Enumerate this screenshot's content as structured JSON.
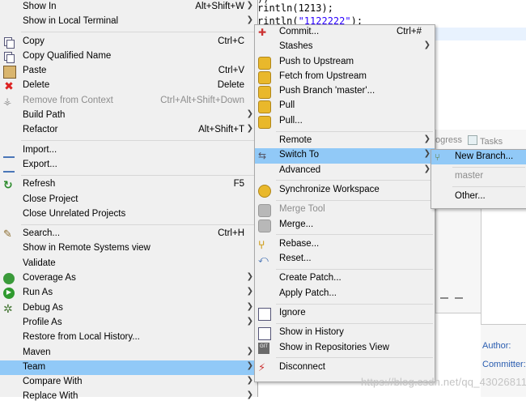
{
  "editor": {
    "code_lines": [
      {
        "prefix": "",
        "text": "))"
      },
      {
        "prefix": "rintln(1213);",
        "text": ""
      },
      {
        "prefix": "rintln(",
        "string": "\"1122222\"",
        "suffix": ");"
      }
    ]
  },
  "background_view": {
    "tab_progress": "ogress",
    "tab_tasks": "Tasks",
    "author_label": "Author:",
    "committer_label": "Committer:"
  },
  "watermark": "https://blog.csdn.net/qq_43026811",
  "main_menu": {
    "items": [
      {
        "label": "Show In",
        "shortcut": "Alt+Shift+W",
        "arrow": true
      },
      {
        "label": "Show in Local Terminal",
        "arrow": true
      },
      {
        "label": "Copy",
        "shortcut": "Ctrl+C",
        "icon": "copy-icon"
      },
      {
        "label": "Copy Qualified Name",
        "icon": "copy-qualified-icon"
      },
      {
        "label": "Paste",
        "shortcut": "Ctrl+V",
        "icon": "paste-icon"
      },
      {
        "label": "Delete",
        "shortcut": "Delete",
        "icon": "delete-icon"
      },
      {
        "label": "Remove from Context",
        "shortcut": "Ctrl+Alt+Shift+Down",
        "icon": "remove-context-icon",
        "disabled": true
      },
      {
        "label": "Build Path",
        "arrow": true
      },
      {
        "label": "Refactor",
        "shortcut": "Alt+Shift+T",
        "arrow": true
      },
      {
        "label": "Import...",
        "icon": "import-icon"
      },
      {
        "label": "Export...",
        "icon": "export-icon"
      },
      {
        "label": "Refresh",
        "shortcut": "F5",
        "icon": "refresh-icon"
      },
      {
        "label": "Close Project"
      },
      {
        "label": "Close Unrelated Projects"
      },
      {
        "label": "Search...",
        "shortcut": "Ctrl+H",
        "icon": "search-icon"
      },
      {
        "label": "Show in Remote Systems view"
      },
      {
        "label": "Validate"
      },
      {
        "label": "Coverage As",
        "arrow": true,
        "icon": "coverage-icon"
      },
      {
        "label": "Run As",
        "arrow": true,
        "icon": "run-icon"
      },
      {
        "label": "Debug As",
        "arrow": true,
        "icon": "debug-icon"
      },
      {
        "label": "Profile As",
        "arrow": true
      },
      {
        "label": "Restore from Local History..."
      },
      {
        "label": "Maven",
        "arrow": true
      },
      {
        "label": "Team",
        "arrow": true,
        "highlighted": true
      },
      {
        "label": "Compare With",
        "arrow": true
      },
      {
        "label": "Replace With",
        "arrow": true
      }
    ]
  },
  "team_menu": {
    "items": [
      {
        "label": "Commit...",
        "shortcut": "Ctrl+#",
        "icon": "commit-icon"
      },
      {
        "label": "Stashes",
        "arrow": true
      },
      {
        "label": "Push to Upstream",
        "icon": "push-upstream-icon"
      },
      {
        "label": "Fetch from Upstream",
        "icon": "fetch-upstream-icon"
      },
      {
        "label": "Push Branch 'master'...",
        "icon": "push-branch-icon"
      },
      {
        "label": "Pull",
        "icon": "pull-icon"
      },
      {
        "label": "Pull...",
        "icon": "pull-dialog-icon"
      },
      {
        "label": "Remote",
        "arrow": true
      },
      {
        "label": "Switch To",
        "arrow": true,
        "highlighted": true,
        "icon": "switch-icon"
      },
      {
        "label": "Advanced",
        "arrow": true
      },
      {
        "label": "Synchronize Workspace",
        "icon": "synchronize-icon"
      },
      {
        "label": "Merge Tool",
        "icon": "merge-tool-icon",
        "disabled": true
      },
      {
        "label": "Merge...",
        "icon": "merge-icon"
      },
      {
        "label": "Rebase...",
        "icon": "rebase-icon"
      },
      {
        "label": "Reset...",
        "icon": "reset-icon"
      },
      {
        "label": "Create Patch..."
      },
      {
        "label": "Apply Patch..."
      },
      {
        "label": "Ignore",
        "icon": "ignore-icon"
      },
      {
        "label": "Show in History",
        "icon": "history-icon"
      },
      {
        "label": "Show in Repositories View",
        "icon": "repositories-icon"
      },
      {
        "label": "Disconnect",
        "icon": "disconnect-icon"
      }
    ]
  },
  "switch_menu": {
    "items": [
      {
        "label": "New Branch...",
        "highlighted": true,
        "icon": "new-branch-icon"
      },
      {
        "label": "master",
        "disabled": true
      },
      {
        "label": "Other..."
      }
    ]
  }
}
